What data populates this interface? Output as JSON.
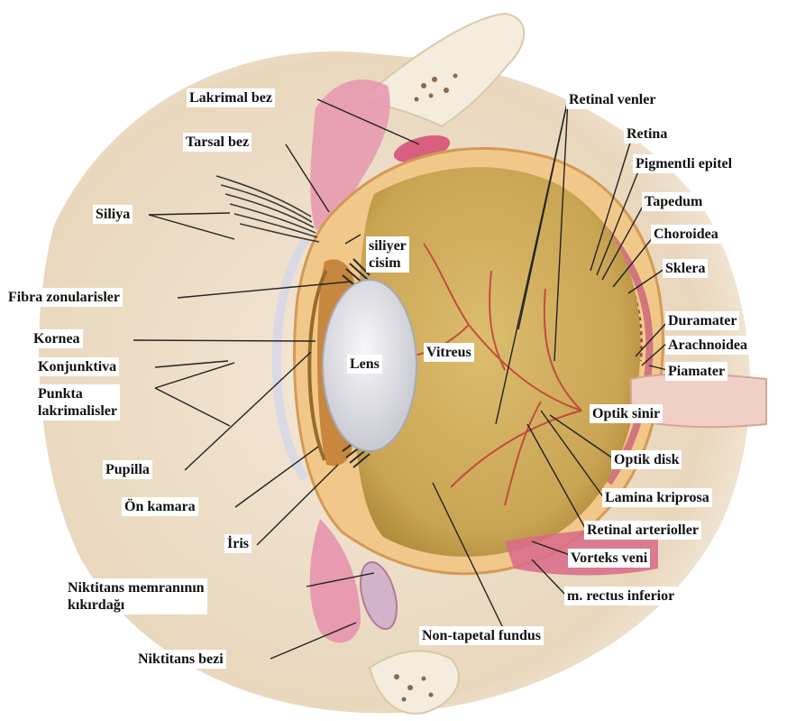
{
  "labels": {
    "lakrimal_bez": "Lakrimal bez",
    "tarsal_bez": "Tarsal bez",
    "siliya": "Siliya",
    "siliyer_cisim_1": "siliyer",
    "siliyer_cisim_2": "cisim",
    "fibra_zonularisler": "Fibra zonularisler",
    "kornea": "Kornea",
    "konjunktiva": "Konjunktiva",
    "punkta_1": "Punkta",
    "punkta_2": "lakrimalisler",
    "pupilla": "Pupilla",
    "on_kamara": "Ön kamara",
    "iris": "İris",
    "niktitans_memb_1": "Niktitans memranının",
    "niktitans_memb_2": "kıkırdağı",
    "niktitans_bezi": "Niktitans bezi",
    "lens": "Lens",
    "vitreus": "Vitreus",
    "non_tapetal": "Non-tapetal fundus",
    "retinal_venler": "Retinal venler",
    "retina": "Retina",
    "pigmentli_epitel": "Pigmentli epitel",
    "tapedum": "Tapedum",
    "choroidea": "Choroidea",
    "sklera": "Sklera",
    "duramater": "Duramater",
    "arachnoidea": "Arachnoidea",
    "piamater": "Piamater",
    "optik_sinir": "Optik sinir",
    "optik_disk": "Optik disk",
    "lamina_kriprosa": "Lamina kriprosa",
    "retinal_arterioller": "Retinal arterioller",
    "vorteks_veni": "Vorteks veni",
    "rectus_inferior": "m. rectus inferior"
  },
  "colors": {
    "skin": "#efe2cf",
    "skin_shadow": "#c9ad86",
    "vitreous": "#cfad5e",
    "sclera": "#f2c88a",
    "pink": "#d86a8a",
    "bone": "#f4ecdc",
    "lens": "#e9e9ee",
    "vessel": "#c23a3a"
  }
}
